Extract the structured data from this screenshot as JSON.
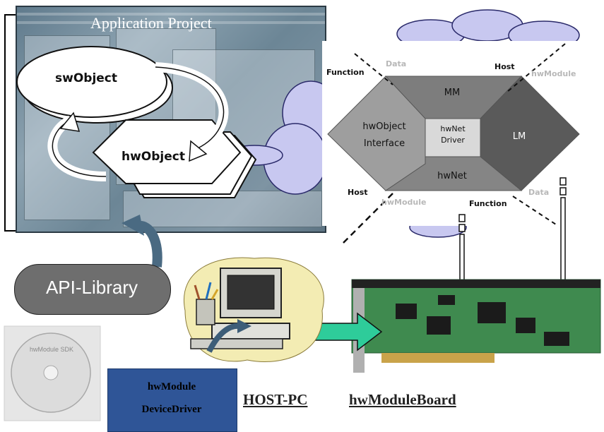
{
  "application_project_title": "Application Project",
  "software_object": "swObject",
  "hardware_object": "hwObject",
  "api_library": "API-Library",
  "device_driver": {
    "line1": "hwModule",
    "line2": "DeviceDriver"
  },
  "host_pc": "HOST-PC",
  "module_board": "hwModuleBoard",
  "cd_label": "hwModule SDK",
  "hexagon": {
    "top": "MM",
    "left_line1": "hwObject",
    "left_line2": "Interface",
    "center_line1": "hwNet",
    "center_line2": "Driver",
    "right": "LM",
    "bottom": "hwNet"
  },
  "corners": {
    "top_left_dark": "Function",
    "top_left_light": "Data",
    "top_right_dark": "Host",
    "top_right_light": "hwModule",
    "bottom_left_dark": "Host",
    "bottom_left_light": "hwModule",
    "bottom_right_dark": "Function",
    "bottom_right_light": "Data"
  },
  "colors": {
    "api_box": "#6e6e6e",
    "driver_box": "#2f5597",
    "bidirectional_arrow": "#2ecc9a",
    "cloud": "#c8c8f0",
    "pcb": "#3f8a4f",
    "hex_left": "#9e9e9e",
    "hex_top": "#7d7d7d",
    "hex_right": "#5a5a5a",
    "hex_bottom": "#858585",
    "hex_center": "#d9d9d9"
  }
}
